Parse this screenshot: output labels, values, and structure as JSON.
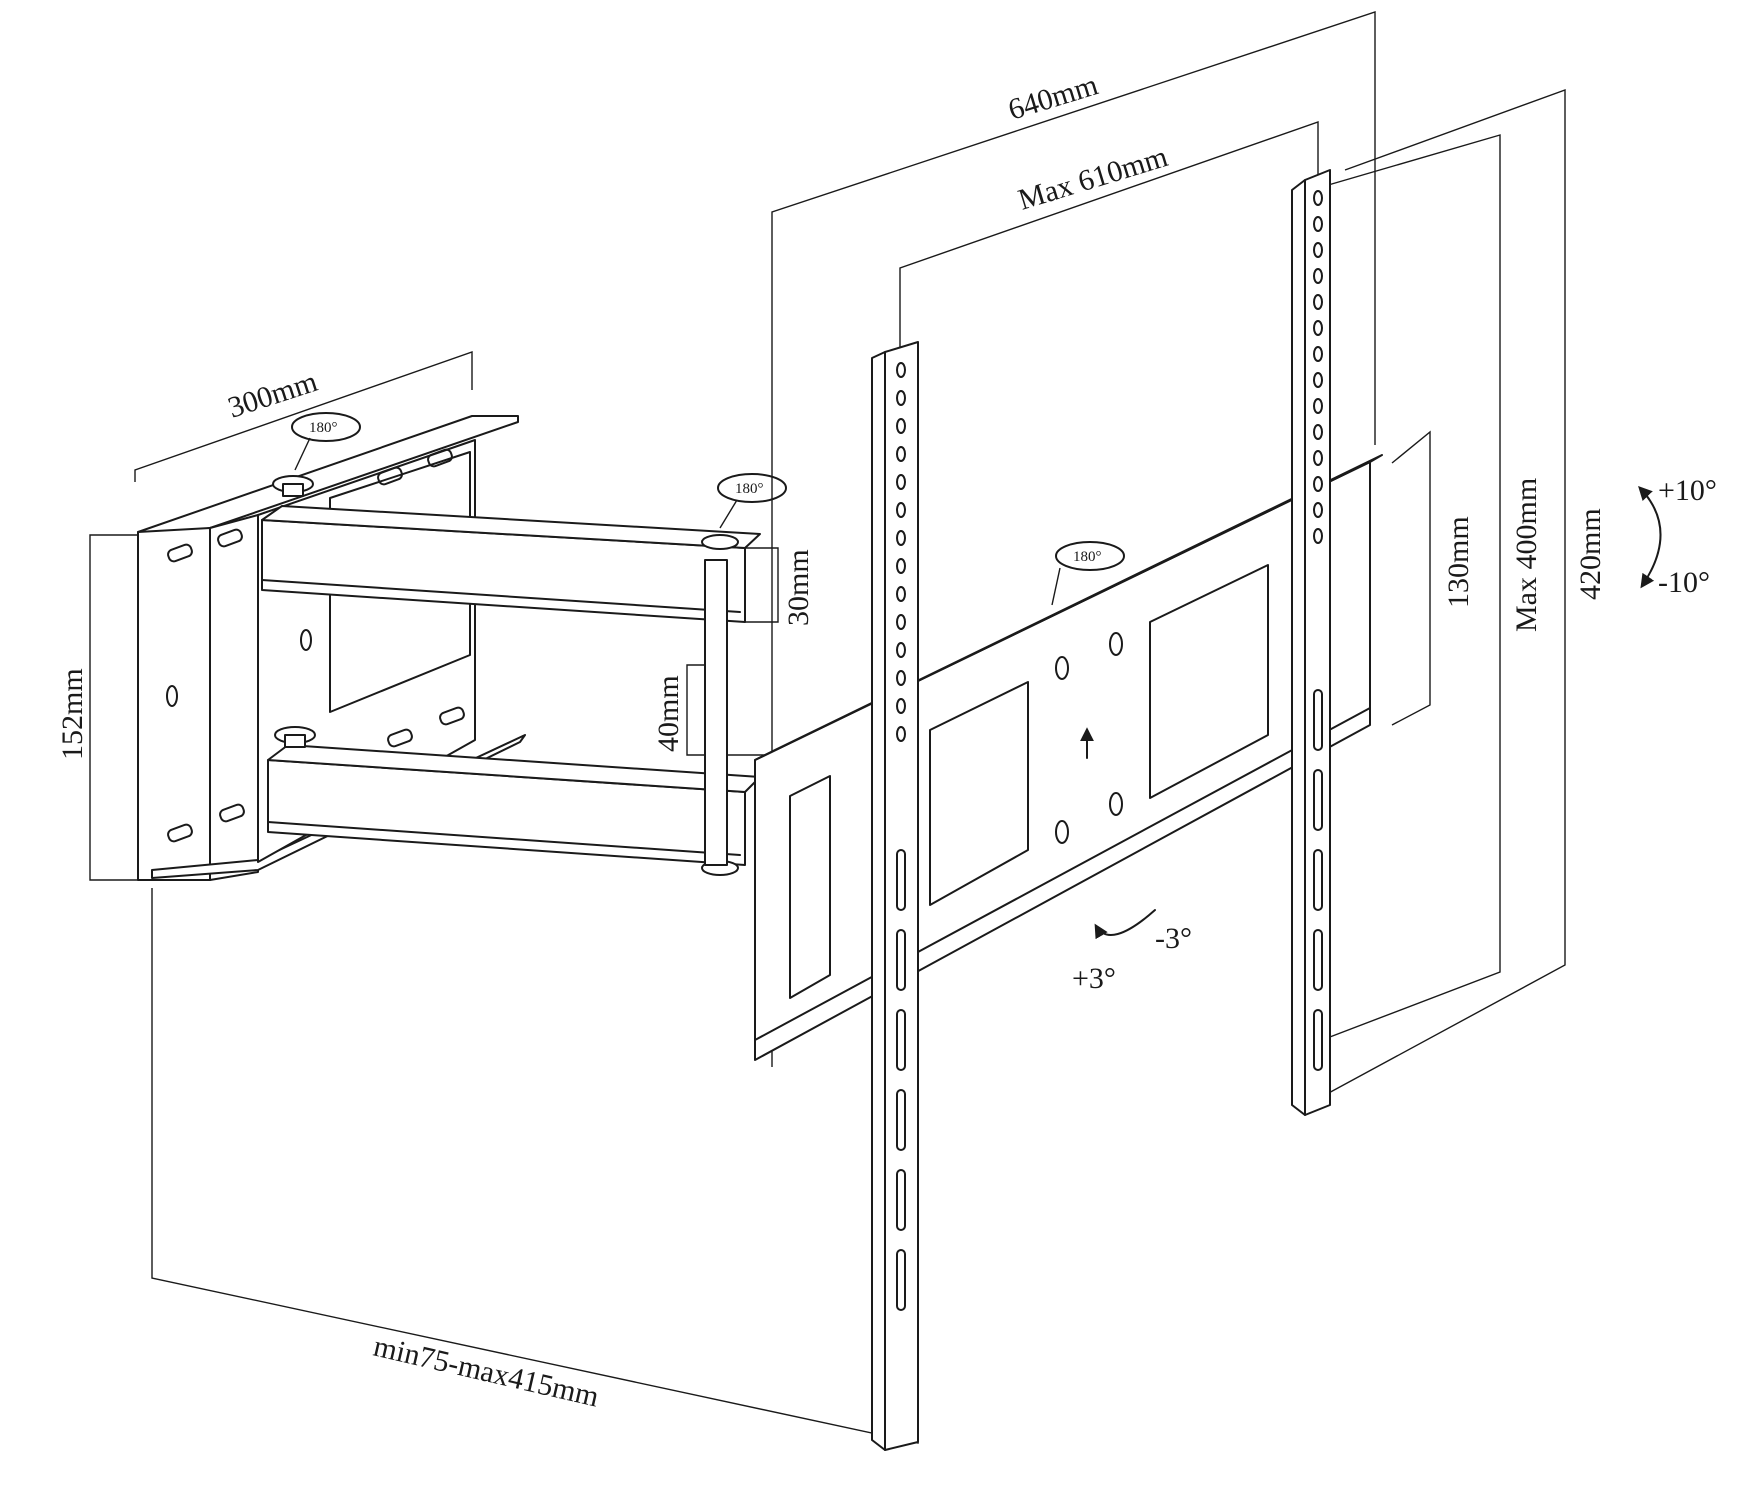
{
  "dimensions": {
    "width_640": "640mm",
    "max_610": "Max 610mm",
    "arm_300": "300mm",
    "arm_30": "30mm",
    "arm_40": "40mm",
    "wall_152": "152mm",
    "rail_130": "130mm",
    "max_400": "Max 400mm",
    "height_420": "420mm",
    "extension": "min75-max415mm"
  },
  "angles": {
    "swivel_wall": "180°",
    "swivel_elbow": "180°",
    "rotation_plate": "180°",
    "tilt_up": "+10°",
    "tilt_down": "-10°",
    "level_plus": "+3°",
    "level_minus": "-3°"
  }
}
